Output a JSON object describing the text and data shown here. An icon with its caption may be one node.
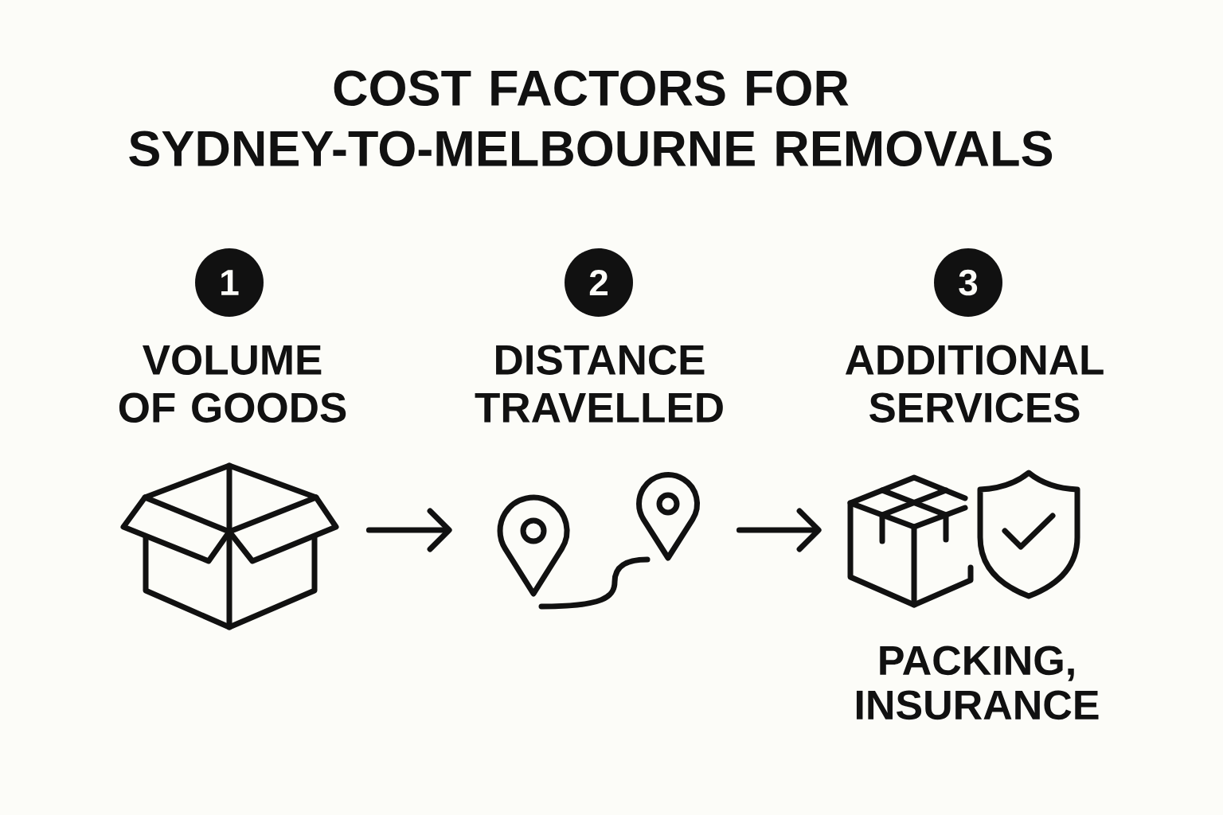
{
  "diagram": {
    "title": "COST FACTORS FOR SYDNEY-TO-MELBOURNE REMOVALS",
    "nodes": [
      {
        "text": [
          "1"
        ]
      },
      {
        "text": [
          "2"
        ]
      },
      {
        "text": [
          "3"
        ]
      },
      {
        "text": [],
        "shape": "picture"
      },
      {
        "text": [],
        "shape": "picture"
      },
      {
        "text": [],
        "shape": "picture"
      }
    ],
    "edges": [
      {
        "from": 3,
        "to": 4,
        "arrow": "to"
      },
      {
        "from": 4,
        "to": 5,
        "arrow": "to"
      }
    ],
    "labels": [
      "VOLUME OF GOODS",
      "DISTANCE TRAVELLED",
      "ADDITIONAL SERVICES",
      "PACKING, INSURANCE"
    ]
  }
}
